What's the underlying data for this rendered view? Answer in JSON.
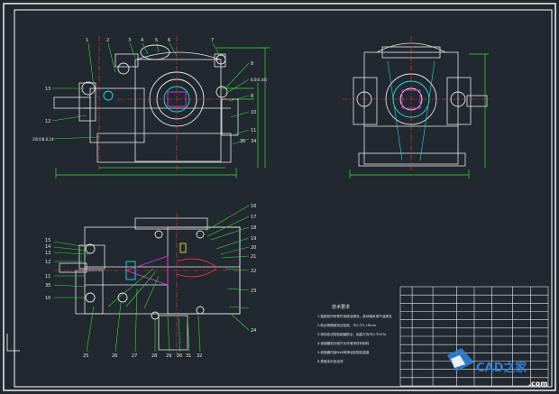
{
  "view_top": {
    "balloons": [
      "1",
      "2",
      "3",
      "4",
      "5",
      "6",
      "7"
    ],
    "left_labels": [
      "13",
      "12",
      "20(4)8,6,14"
    ],
    "right_labels": [
      "8",
      "8,6(0,44)",
      "8",
      "10",
      "11",
      "35",
      "34"
    ]
  },
  "view_plan": {
    "left_labels": [
      "15",
      "14",
      "13",
      "12",
      "11",
      "35",
      "10"
    ],
    "right_labels": [
      "16",
      "17",
      "18",
      "19",
      "20",
      "21",
      "22",
      "23",
      "24"
    ],
    "bottom_labels": [
      "25",
      "26",
      "27",
      "28",
      "29",
      "30",
      "31",
      "32"
    ]
  },
  "notes": {
    "heading": "技术要求",
    "lines": [
      "1.装配前所有零件用煤油清洗，滚动轴承用汽油清洗",
      "2.啮合侧隙用铅丝检验，不小于0.16mm",
      "3.用涂色法检验接触斑点，齿高方向不小于45%",
      "4.减速器剖分面不允许使用任何填料",
      "5.减速器内装N46润滑油至规定高度",
      "6.表面涂灰色油漆"
    ]
  },
  "title_block": {
    "rows": 12,
    "cols": 8
  },
  "watermark": {
    "brand": "CAD之家",
    "site": ".com",
    "colors": {
      "blue": "#2f80d8",
      "white": "#ffffff"
    }
  },
  "colors": {
    "background": "#212830",
    "frame": "#ffffff",
    "line_green": "#33dd33",
    "line_cyan": "#20e0e0",
    "line_white": "#e8e8e8",
    "line_red": "#ff3333",
    "line_magenta": "#dd33dd",
    "line_blue": "#3355ff",
    "line_yellow": "#dddd33"
  }
}
